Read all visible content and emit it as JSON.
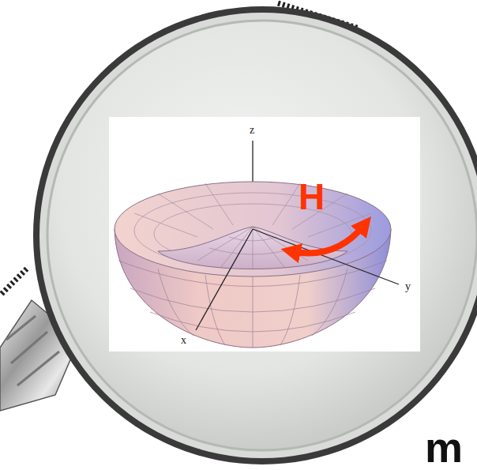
{
  "diagram": {
    "labels": [
      "z",
      "y",
      "x",
      "H",
      "m"
    ]
  }
}
